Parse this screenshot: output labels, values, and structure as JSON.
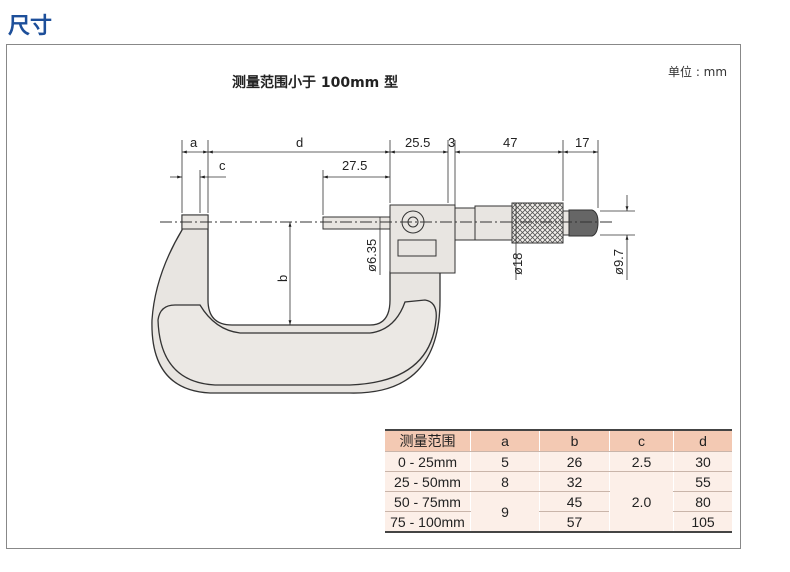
{
  "title": "尺寸",
  "unit_label": "单位 : mm",
  "subtitle": "测量范围小于 100mm 型",
  "dimensions": {
    "a": "a",
    "d": "d",
    "d25_5": "25.5",
    "d3": "3",
    "d47": "47",
    "d17": "17",
    "c": "c",
    "d27_5": "27.5",
    "b": "b",
    "dia6_35": "ø6.35",
    "dia18": "ø18",
    "dia9_7": "ø9.7"
  },
  "table": {
    "headers": [
      "测量范围",
      "a",
      "b",
      "c",
      "d"
    ],
    "rows": [
      {
        "range": "0 - 25mm",
        "a": "5",
        "b": "26",
        "c": "2.5",
        "d": "30"
      },
      {
        "range": "25 - 50mm",
        "a": "8",
        "b": "32",
        "c": "2.0",
        "d": "55"
      },
      {
        "range": "50 - 75mm",
        "a": "9",
        "b": "45",
        "d": "80"
      },
      {
        "range": "75 - 100mm",
        "b": "57",
        "d": "105"
      }
    ]
  }
}
